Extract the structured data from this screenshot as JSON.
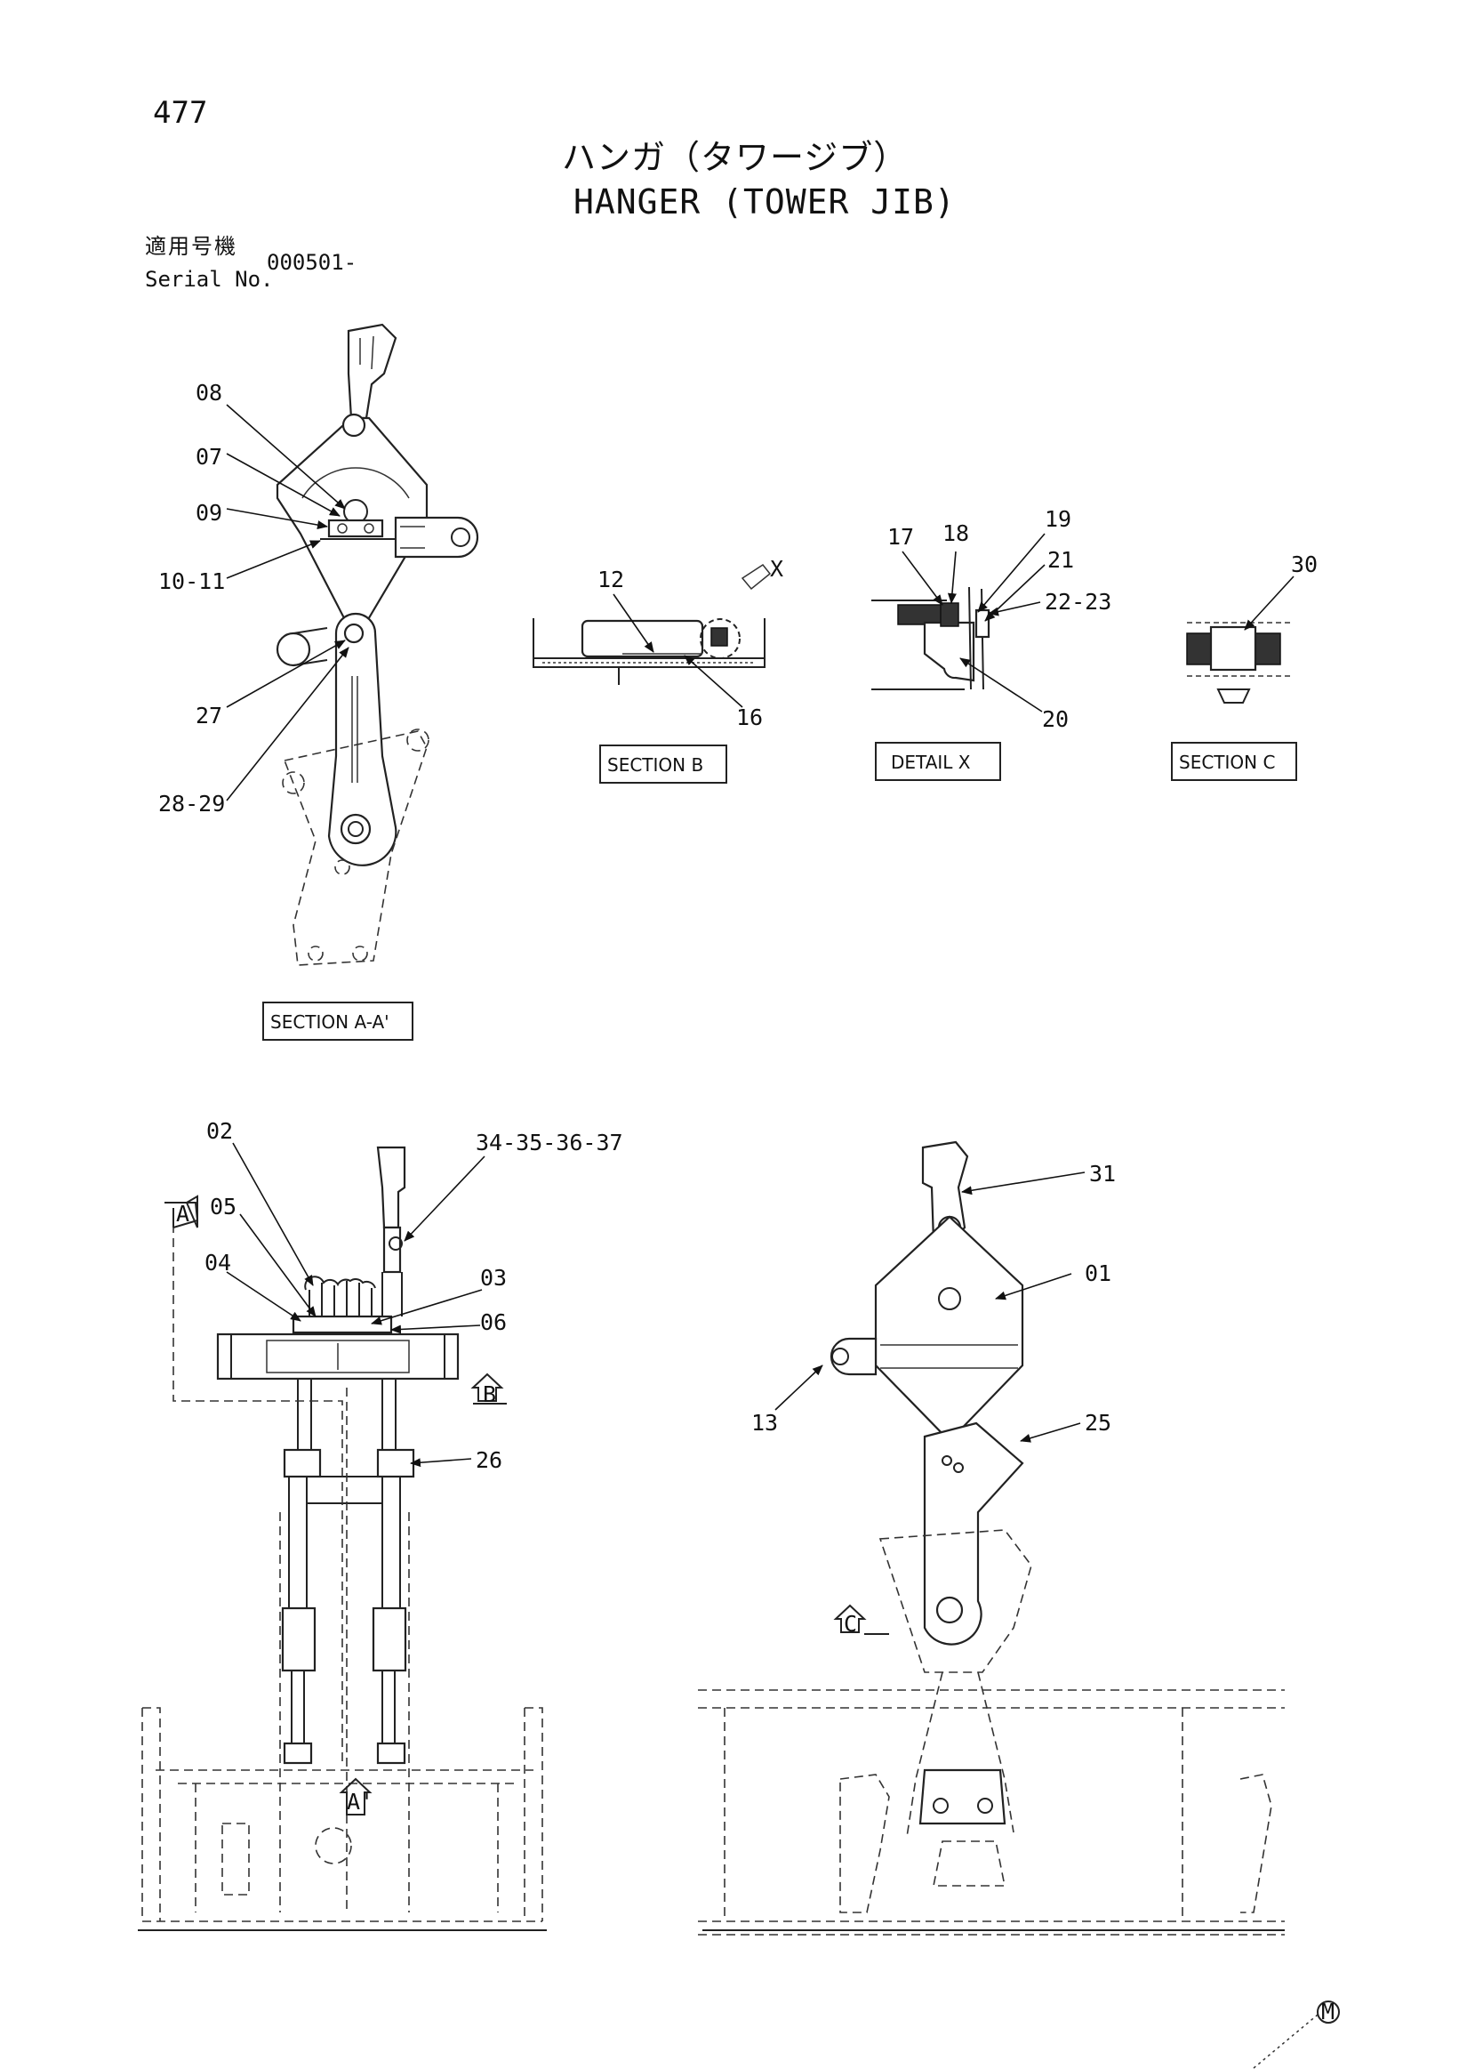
{
  "header": {
    "page_number": "477",
    "title_jp": "ハンガ（タワージブ）",
    "title_en": "HANGER (TOWER JIB)",
    "serial_label_jp": "適用号機",
    "serial_label_en": "Serial No.",
    "serial_value": "000501-"
  },
  "views": {
    "section_aa": "SECTION A-A'",
    "section_b": "SECTION B",
    "detail_x": "DETAIL X",
    "section_c": "SECTION C"
  },
  "markers": {
    "x": "X",
    "a": "A",
    "a_prime": "A'",
    "b": "B",
    "c": "C",
    "m": "M"
  },
  "parts": {
    "p01": "01",
    "p02": "02",
    "p03": "03",
    "p04": "04",
    "p05": "05",
    "p06": "06",
    "p07": "07",
    "p08": "08",
    "p09": "09",
    "p10_11": "10-11",
    "p12": "12",
    "p13": "13",
    "p16": "16",
    "p17": "17",
    "p18": "18",
    "p19": "19",
    "p20": "20",
    "p21": "21",
    "p22_23": "22-23",
    "p25": "25",
    "p26": "26",
    "p27": "27",
    "p28_29": "28-29",
    "p30": "30",
    "p31": "31",
    "p34_37": "34-35-36-37"
  }
}
